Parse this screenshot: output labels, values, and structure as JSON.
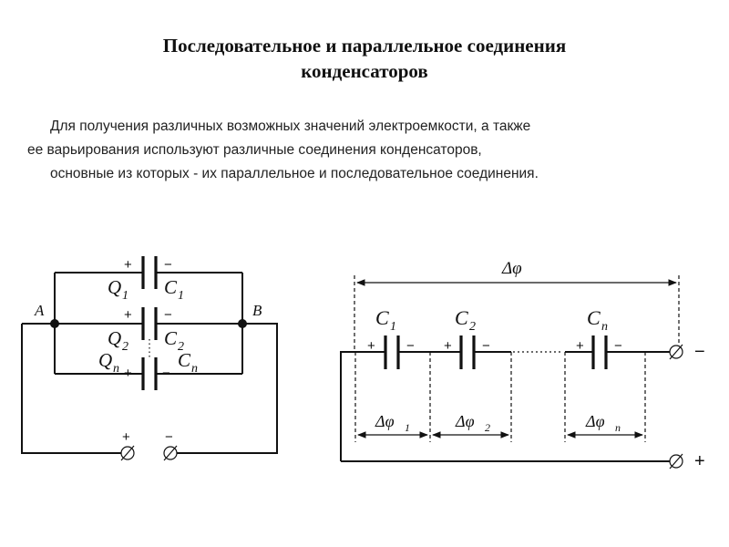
{
  "slide": {
    "title_line1": "Последовательное и параллельное соединения",
    "title_line2": "конденсаторов",
    "intro_line1": "Для получения различных возможных значений электроемкости, а также",
    "intro_line2": "ее варьирования используют различные соединения конденсаторов,",
    "intro_line3": "основные из которых - их параллельное и последовательное соединения."
  },
  "parallel_circuit": {
    "node_a": "A",
    "node_b": "B",
    "charge_1": "Q",
    "charge_1_sub": "1",
    "charge_2": "Q",
    "charge_2_sub": "2",
    "charge_n": "Q",
    "charge_n_sub": "n",
    "cap_1": "C",
    "cap_1_sub": "1",
    "cap_2": "C",
    "cap_2_sub": "2",
    "cap_n": "C",
    "cap_n_sub": "n",
    "plus": "+",
    "minus": "−",
    "terminal_plus": "+",
    "terminal_minus": "−"
  },
  "series_circuit": {
    "total_potential": "Δφ",
    "cap_1": "C",
    "cap_1_sub": "1",
    "cap_2": "C",
    "cap_2_sub": "2",
    "cap_n": "C",
    "cap_n_sub": "n",
    "dphi_1": "Δφ",
    "dphi_1_sub": "1",
    "dphi_2": "Δφ",
    "dphi_2_sub": "2",
    "dphi_n": "Δφ",
    "dphi_n_sub": "n",
    "plus": "+",
    "minus": "−",
    "terminal_minus": "−",
    "terminal_plus": "+"
  }
}
